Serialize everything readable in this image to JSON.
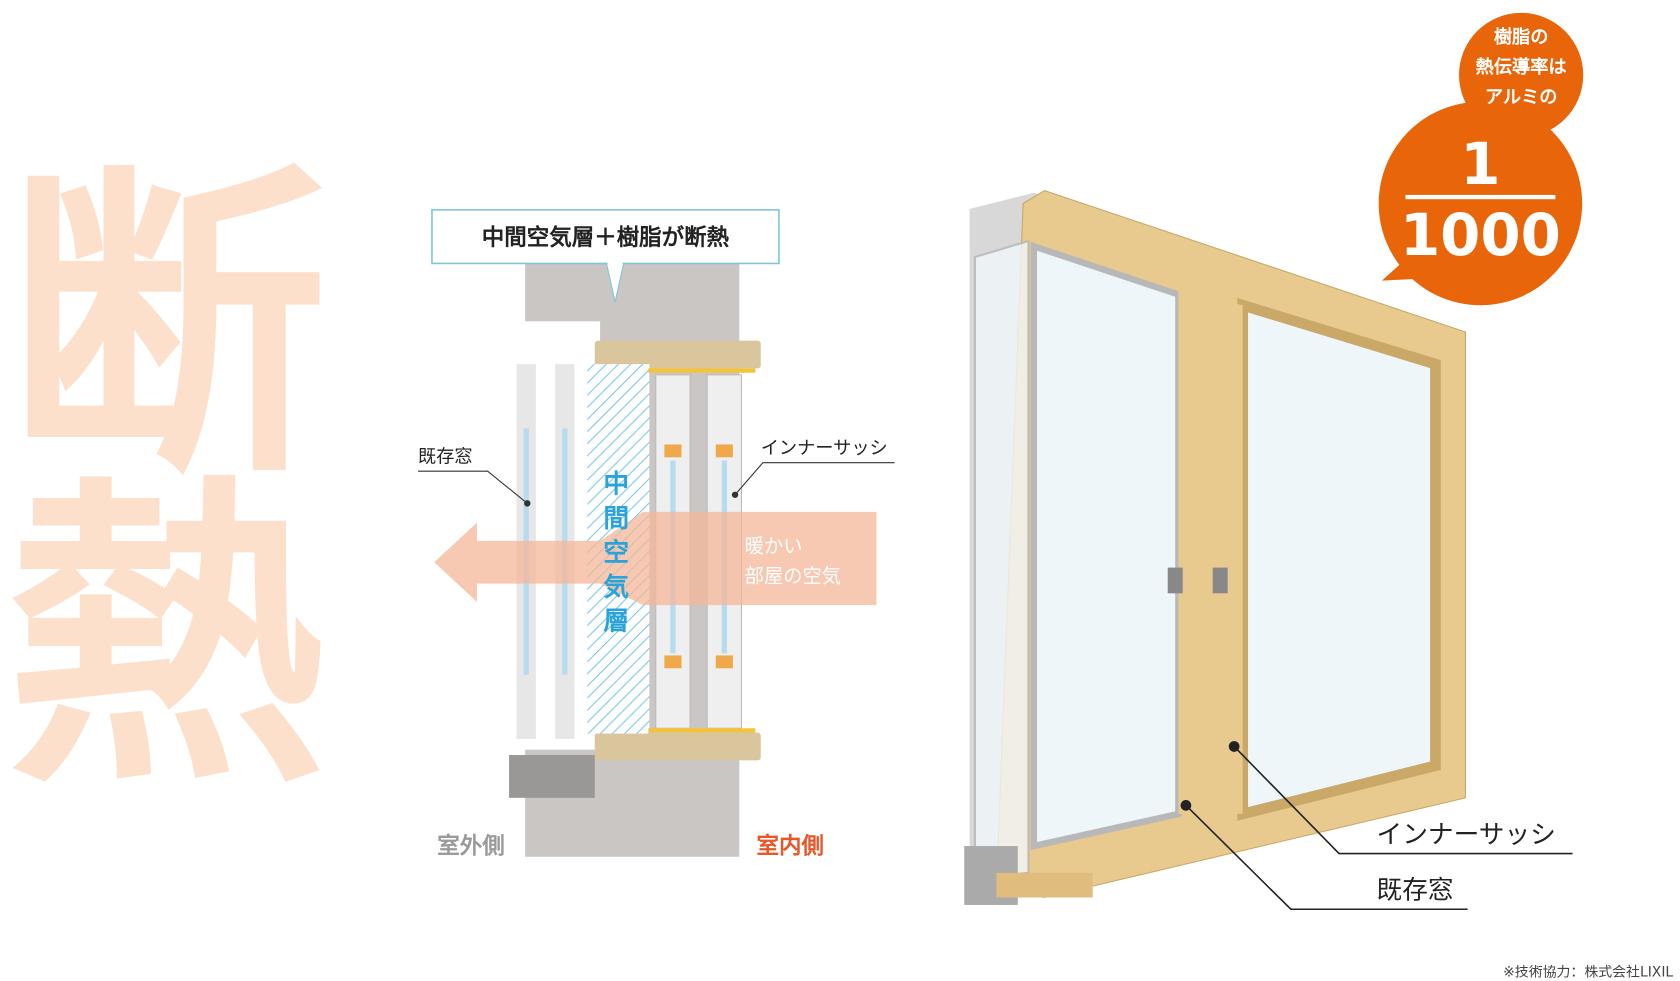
{
  "big_title": [
    "断",
    "熱"
  ],
  "callout": "中間空気層＋樹脂が断熱",
  "diagram": {
    "existing_window": "既存窓",
    "inner_sash": "インナーサッシ",
    "air_layer": [
      "中",
      "間",
      "空",
      "気",
      "層"
    ],
    "warm_air": [
      "暖かい",
      "部屋の空気"
    ],
    "outside": "室外側",
    "inside": "室内側"
  },
  "photo_labels": {
    "inner_sash": "インナーサッシ",
    "existing_window": "既存窓"
  },
  "badge": {
    "lines": [
      "樹脂の",
      "熱伝導率は",
      "アルミの"
    ],
    "numerator": "1",
    "denominator": "1000"
  },
  "credit": "※技術協力：株式会社LIXIL",
  "colors": {
    "accent": "#e8650a",
    "title": "#fde0cc",
    "air": "#2aa3d8",
    "warm": "#f4b79a",
    "inside": "#e8572a",
    "outside": "#9a9a9a",
    "wood": "#e8c98e"
  }
}
